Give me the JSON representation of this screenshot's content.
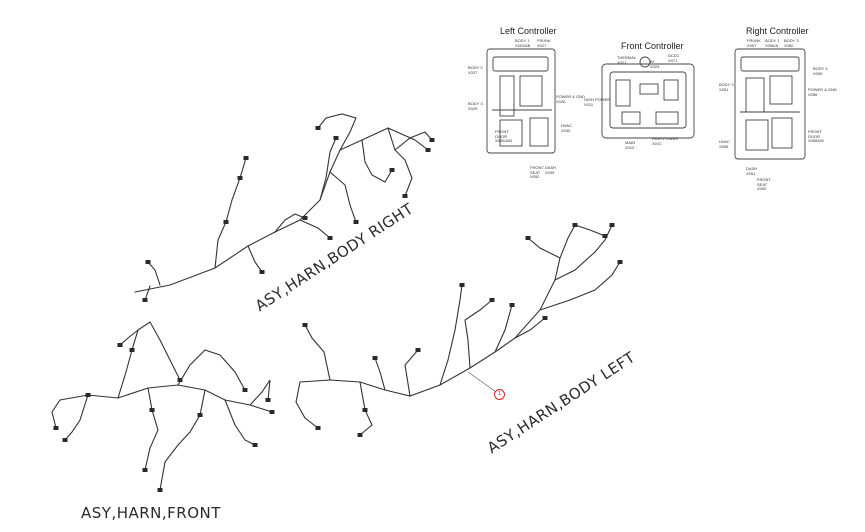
{
  "labels": {
    "body_right": "ASY,HARN,BODY RIGHT",
    "body_left": "ASY,HARN,BODY LEFT",
    "front": "ASY,HARN,FRONT"
  },
  "marker": "1",
  "controllers": {
    "left": {
      "title": "Left Controller",
      "pins": {
        "body1": "BODY 1\nX0026/B",
        "frunk": "FRUNK\nX027",
        "body2": "BODY 2\nX027",
        "power_gnd": "POWER & GND\nX026",
        "body3": "BODY 3\nX029",
        "hvac": "HVAC\nX030",
        "front_door": "FRONT\nDOOR\nX050/A/B",
        "front_seat": "FRONT\nSEAT\nX052",
        "dash": "DASH\nX035"
      }
    },
    "front": {
      "title": "Front Controller",
      "pins": {
        "thermal": "THERMAL\nX021",
        "bplus": "B+\nX024",
        "dcdc": "DCDC\nX071",
        "high_power_l": "HIGH POWER\nX011",
        "main": "MAIN\nX010",
        "high_power_r": "HIGH POWER\nX01C"
      }
    },
    "right": {
      "title": "Right Controller",
      "pins": {
        "frunk": "FRUNK\nX057",
        "body1": "BODY 1\nX056/A",
        "body3": "BODY 3\nX050",
        "body4": "BODY 4\nX059",
        "body2": "BODY 2\nX051",
        "power_gnd": "POWER & GND\nX056",
        "front_door": "FRONT\nDOOR\nX058A/B",
        "hvac": "HVAC\nX058",
        "dash": "DASH\nX051",
        "front_seat": "FRONT\nSEAT\nX052"
      }
    }
  }
}
